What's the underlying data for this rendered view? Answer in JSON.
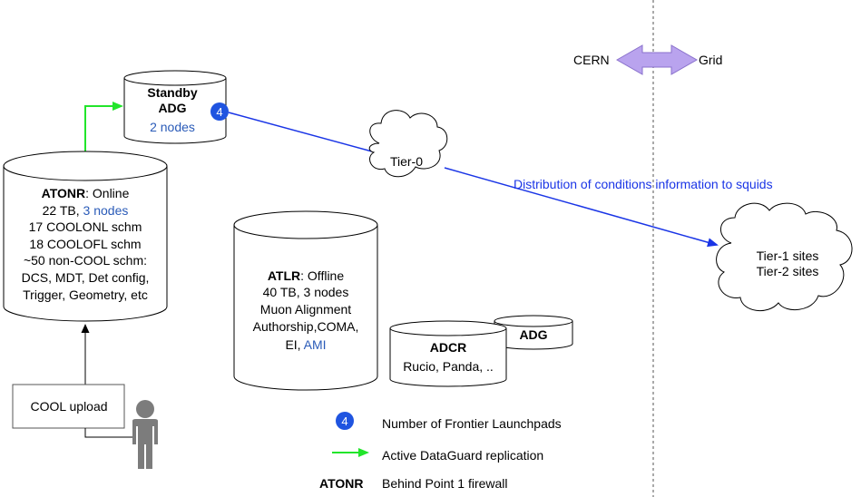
{
  "colors": {
    "blue_text": "#2a5bb8",
    "arrow_blue": "#1a35e6",
    "dataguard_green": "#22e52b",
    "badge_blue": "#1f54e0",
    "purple_arrow": "#b9a3ee",
    "person_gray": "#7c7c7c"
  },
  "cern_grid": {
    "cern": "CERN",
    "grid": "Grid"
  },
  "standby": {
    "title_line1": "Standby",
    "title_line2": "ADG",
    "nodes": "2 nodes",
    "badge": "4"
  },
  "atonr": {
    "name": "ATONR",
    "suffix": ": Online",
    "size": "22 TB, ",
    "nodes": "3 nodes",
    "line3": "17 COOLONL schm",
    "line4": "18 COOLOFL schm",
    "line5": "~50 non-COOL schm:",
    "line6": "DCS, MDT, Det config,",
    "line7": "Trigger, Geometry, etc"
  },
  "atlr": {
    "name": "ATLR",
    "suffix": ": Offline",
    "line2": "40 TB, 3 nodes",
    "line3": "Muon Alignment",
    "line4": "Authorship,COMA,",
    "line5a": "EI, ",
    "line5b": "AMI"
  },
  "adcr": {
    "name": "ADCR",
    "line2": "Rucio, Panda, .."
  },
  "adg": {
    "name": "ADG"
  },
  "tier0": {
    "label": "Tier-0"
  },
  "tier12": {
    "line1": "Tier-1 sites",
    "line2": "Tier-2 sites"
  },
  "distribution": {
    "label": "Distribution of conditions information to squids"
  },
  "cool_upload": {
    "label": "COOL upload"
  },
  "legend": {
    "badge": "4",
    "launchpads": "Number of Frontier Launchpads",
    "replication": "Active DataGuard replication",
    "atonr_key": "ATONR",
    "firewall": "Behind Point 1 firewall"
  }
}
